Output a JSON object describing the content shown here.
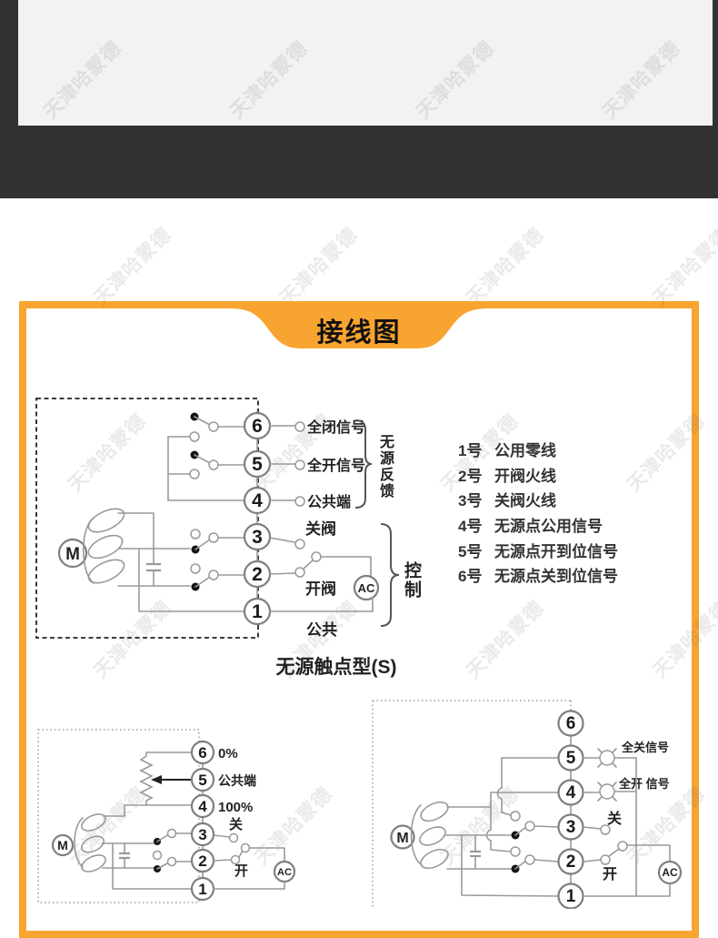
{
  "watermark": {
    "text": "天津哈蒙德"
  },
  "panel": {
    "title": "接线图",
    "accent_color": "#F8A430",
    "caption": "无源触点型(S)"
  },
  "shared": {
    "motor_label": "M",
    "ac_label": "AC",
    "terminal_numbers": [
      "6",
      "5",
      "4",
      "3",
      "2",
      "1"
    ]
  },
  "main_diagram": {
    "labels": {
      "full_closed_signal": "全闭信号",
      "full_open_signal": "全开信号",
      "common_terminal": "公共端",
      "close_valve": "关阀",
      "open_valve": "开阀",
      "common": "公共",
      "feedback_group": "无源反馈",
      "control_group": "控制"
    }
  },
  "terminal_list": {
    "items": [
      {
        "num": "1号",
        "desc": "公用零线"
      },
      {
        "num": "2号",
        "desc": "开阀火线"
      },
      {
        "num": "3号",
        "desc": "关阀火线"
      },
      {
        "num": "4号",
        "desc": "无源点公用信号"
      },
      {
        "num": "5号",
        "desc": "无源点开到位信号"
      },
      {
        "num": "6号",
        "desc": "无源点关到位信号"
      }
    ]
  },
  "modulating_diagram": {
    "labels": {
      "p0": "0%",
      "common_terminal": "公共端",
      "p100": "100%",
      "close": "关",
      "open": "开"
    }
  },
  "lamp_diagram": {
    "labels": {
      "full_close_signal": "全关信号",
      "full_open_signal": "全开 信号",
      "close": "关",
      "open": "开"
    }
  }
}
